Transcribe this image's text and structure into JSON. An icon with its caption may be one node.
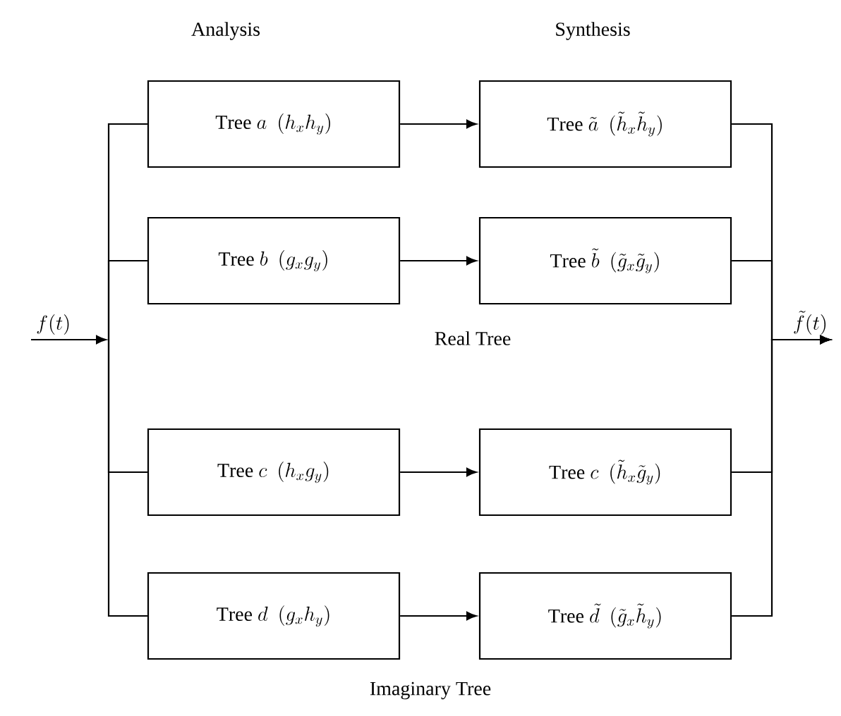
{
  "diagram": {
    "nodes": [
      {
        "text": [
          "f(t)"
        ]
      },
      {
        "text": [
          "\\mathrm{Tree}\\ a\\ \\ (h_x h_y)"
        ]
      },
      {
        "text": [
          "\\mathrm{Tree}\\ \\tilde{a}\\ \\ (\\tilde{h}_x \\tilde{h}_y)"
        ]
      },
      {
        "text": [
          "\\mathrm{Tree}\\ b\\ \\ (g_x g_y)"
        ]
      },
      {
        "text": [
          "\\mathrm{Tree}\\ \\tilde{b}\\ \\ (\\tilde{g}_x \\tilde{g}_y)"
        ]
      },
      {
        "text": [
          "\\mathrm{Tree}\\ c\\ \\ (h_x g_y)"
        ]
      },
      {
        "text": [
          "\\mathrm{Tree}\\ c\\ \\ (\\tilde{h}_x \\tilde{g}_y)"
        ]
      },
      {
        "text": [
          "\\mathrm{Tree}\\ d\\ \\ (g_x h_y)"
        ]
      },
      {
        "text": [
          "\\mathrm{Tree}\\ \\tilde{d}\\ \\ (\\tilde{g}_x \\tilde{h}_y)"
        ]
      },
      {
        "text": [
          "\\tilde{f}(t)"
        ]
      }
    ],
    "edges": [
      {
        "from": 0,
        "to": null,
        "arrow": "to"
      },
      {
        "from": null,
        "to": 1,
        "arrow": "none"
      },
      {
        "from": null,
        "to": 3,
        "arrow": "none"
      },
      {
        "from": null,
        "to": 5,
        "arrow": "none"
      },
      {
        "from": null,
        "to": 7,
        "arrow": "none"
      },
      {
        "from": 1,
        "to": 2,
        "arrow": "to"
      },
      {
        "from": 3,
        "to": 4,
        "arrow": "to"
      },
      {
        "from": 5,
        "to": 6,
        "arrow": "to"
      },
      {
        "from": 7,
        "to": 8,
        "arrow": "to"
      },
      {
        "from": 2,
        "to": 9,
        "arrow": "to"
      },
      {
        "from": 4,
        "to": 9,
        "arrow": "to"
      },
      {
        "from": 6,
        "to": 9,
        "arrow": "to"
      },
      {
        "from": 8,
        "to": 9,
        "arrow": "to"
      }
    ],
    "labels": [
      "Analysis",
      "Synthesis",
      "Real Tree",
      "Imaginary Tree"
    ]
  }
}
